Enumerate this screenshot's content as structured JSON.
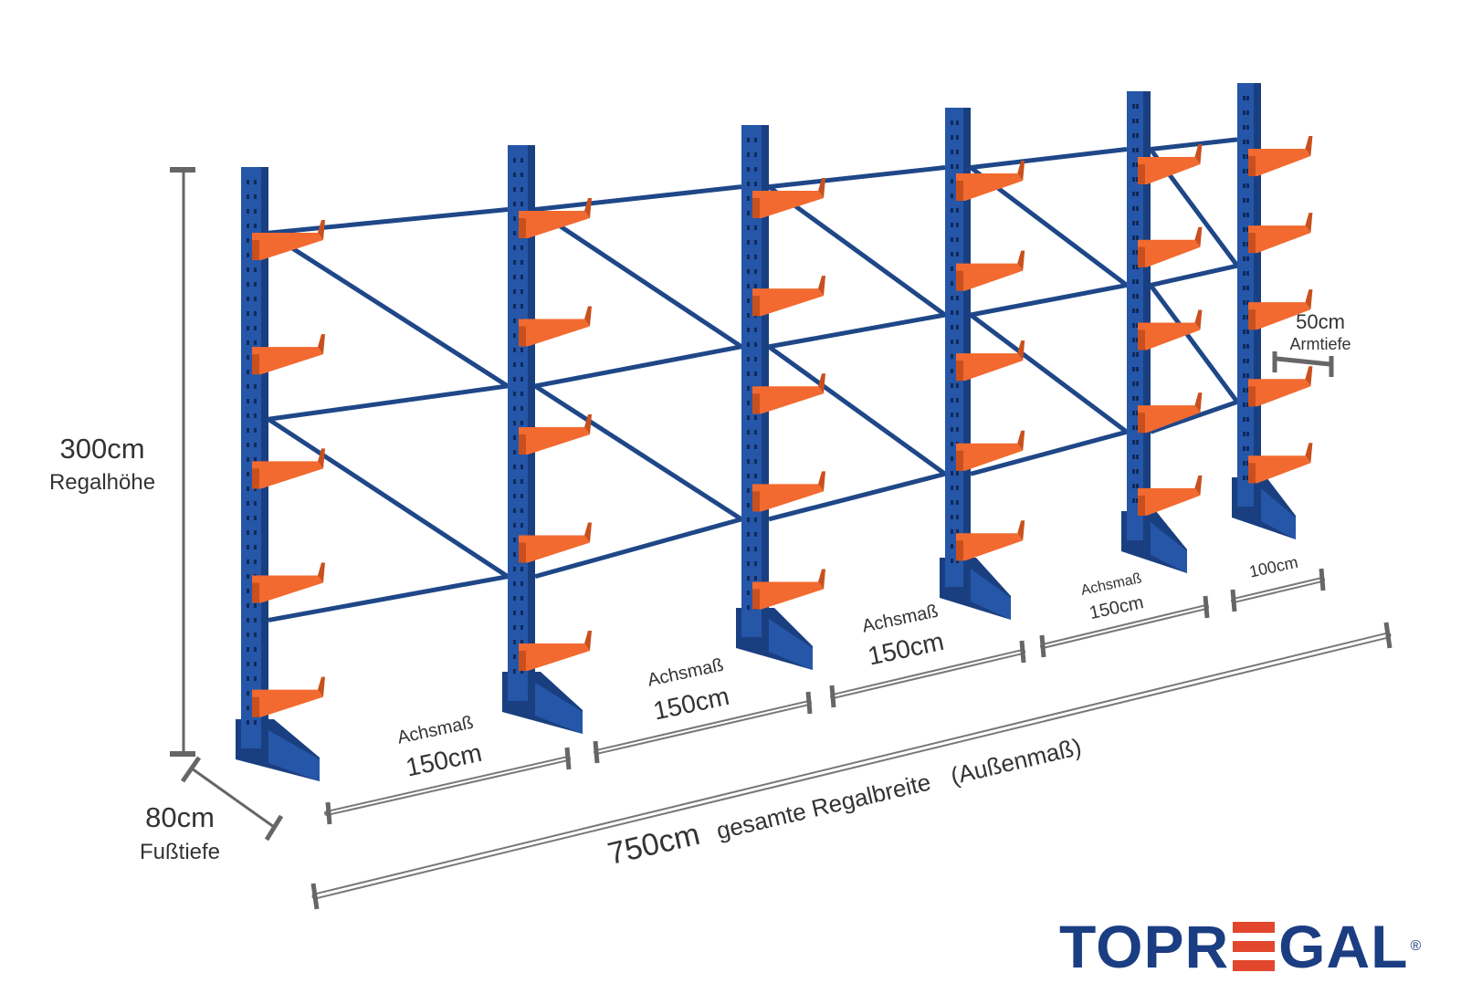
{
  "colors": {
    "upright": "#2556a8",
    "upright_dark": "#1a3f80",
    "brace": "#1f4788",
    "arm": "#f26a30",
    "arm_dark": "#c9501e",
    "dimension_line": "#666666",
    "text": "#333333",
    "logo_blue": "#1b3d82",
    "logo_red": "#e2462c"
  },
  "dimensions": {
    "height": {
      "value": "300cm",
      "label": "Regalhöhe"
    },
    "foot_depth": {
      "value": "80cm",
      "label": "Fußtiefe"
    },
    "arm_depth": {
      "value": "50cm",
      "label": "Armtiefe"
    },
    "bays": [
      {
        "label": "Achsmaß",
        "value": "150cm"
      },
      {
        "label": "Achsmaß",
        "value": "150cm"
      },
      {
        "label": "Achsmaß",
        "value": "150cm"
      },
      {
        "label": "Achsmaß",
        "value": "150cm"
      }
    ],
    "end_bay": {
      "value": "100cm"
    },
    "total_width": {
      "value": "750cm",
      "label": "gesamte Regalbreite",
      "note": "(Außenmaß)"
    }
  },
  "logo": {
    "text_left": "TOPR",
    "text_right": "GAL",
    "registered": "®"
  }
}
